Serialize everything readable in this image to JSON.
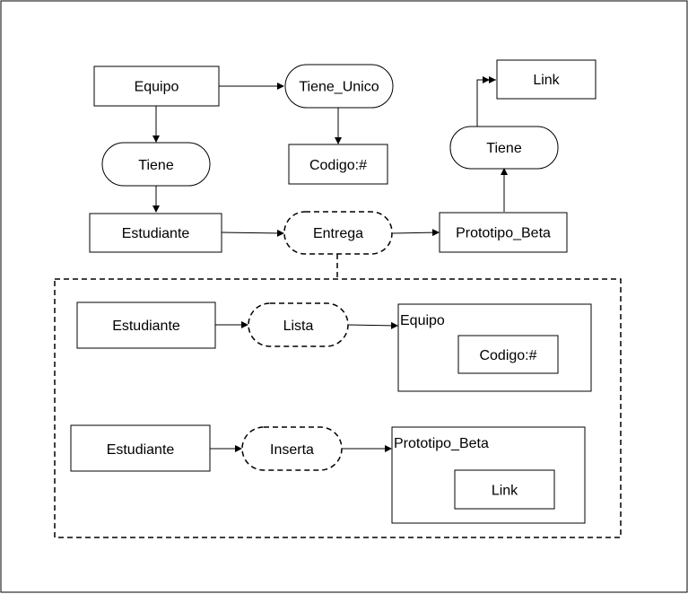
{
  "diagram": {
    "top": {
      "equipo": "Equipo",
      "tiene_unico": "Tiene_Unico",
      "codigo": "Codigo:#",
      "tiene_left": "Tiene",
      "estudiante": "Estudiante",
      "entrega": "Entrega",
      "prototipo_beta": "Prototipo_Beta",
      "tiene_right": "Tiene",
      "link": "Link"
    },
    "group": {
      "row1": {
        "estudiante": "Estudiante",
        "relation": "Lista",
        "container_title": "Equipo",
        "inner": "Codigo:#"
      },
      "row2": {
        "estudiante": "Estudiante",
        "relation": "Inserta",
        "container_title": "Prototipo_Beta",
        "inner": "Link"
      }
    }
  }
}
